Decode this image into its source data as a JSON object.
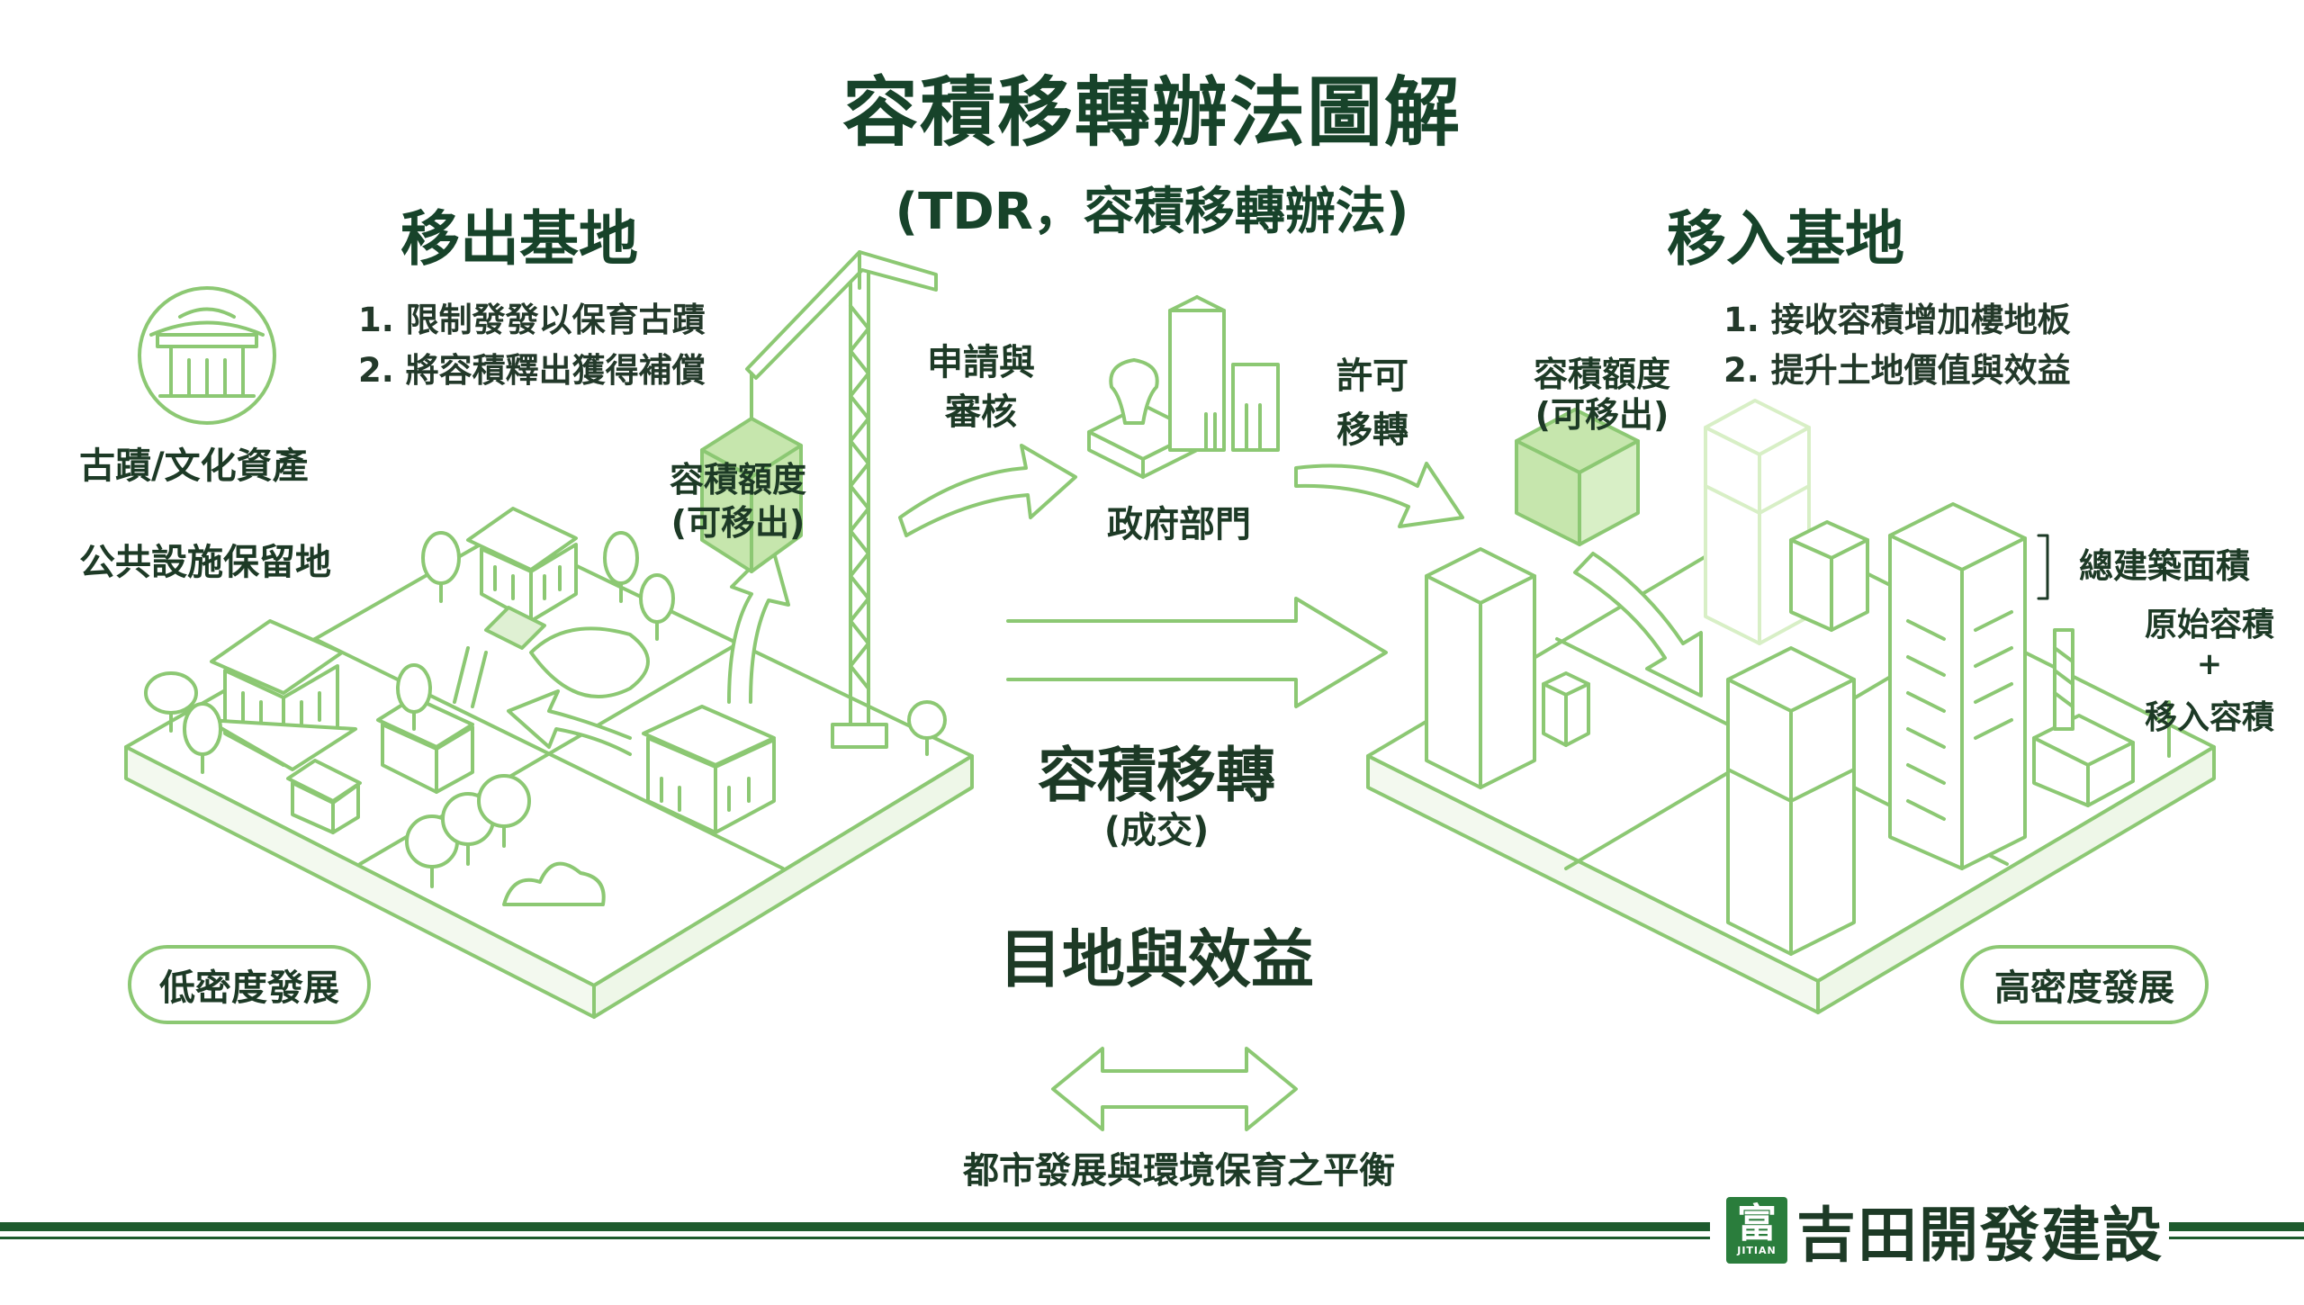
{
  "title": "容積移轉辦法圖解",
  "subtitle": "(TDR，容積移轉辦法)",
  "left": {
    "heading": "移出基地",
    "items": [
      "1. 限制發發以保育古蹟",
      "2. 將容積釋出獲得補償"
    ],
    "label_heritage": "古蹟/文化資產",
    "label_public": "公共設施保留地",
    "crane_label_1": "容積額度",
    "crane_label_2": "(可移出)",
    "badge": "低密度發展"
  },
  "middle": {
    "apply_1": "申請與",
    "apply_2": "審核",
    "gov": "政府部門",
    "permit_1": "許可",
    "permit_2": "移轉",
    "transfer": "容積移轉",
    "deal": "(成交)",
    "goal": "目地與效益",
    "balance": "都市發展與環境保育之平衡"
  },
  "right": {
    "heading": "移入基地",
    "items": [
      "1. 接收容積增加樓地板",
      "2. 提升土地價值與效益"
    ],
    "quota_1": "容積額度",
    "quota_2": "(可移出)",
    "total": "總建築面積",
    "original": "原始容積",
    "plus": "+",
    "incoming": "移入容積",
    "badge": "高密度發展"
  },
  "brand": {
    "glyph": "富",
    "small": "JITIAN",
    "name": "吉田開發建設"
  },
  "colors": {
    "line": "#8cc873",
    "fill": "#c6e6ad",
    "dark_green": "#17432a",
    "brand_green": "#2a7d3c"
  },
  "icons": [
    "temple-icon",
    "crane-icon",
    "stamp-icon",
    "arrow-right-icon",
    "double-arrow-icon"
  ]
}
